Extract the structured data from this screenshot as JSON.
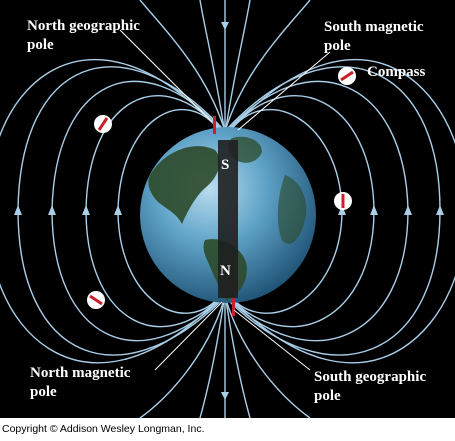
{
  "labels": {
    "north_geographic_line1": "North geographic",
    "north_geographic_line2": "pole",
    "south_magnetic_line1": "South magnetic",
    "south_magnetic_line2": "pole",
    "compass": "Compass",
    "north_magnetic_line1": "North magnetic",
    "north_magnetic_line2": "pole",
    "south_geographic_line1": "South geographic",
    "south_geographic_line2": "pole"
  },
  "magnet": {
    "top_letter": "S",
    "bottom_letter": "N"
  },
  "copyright": "Copyright © Addison Wesley Longman, Inc.",
  "colors": {
    "background": "#000000",
    "field_line": "#a9cfe8",
    "earth_ocean": "#4f93b8",
    "land": "#2c4a2a",
    "magnet_bar": "#1f1f1f",
    "compass_red": "#c8202a",
    "label": "#ffffff"
  }
}
